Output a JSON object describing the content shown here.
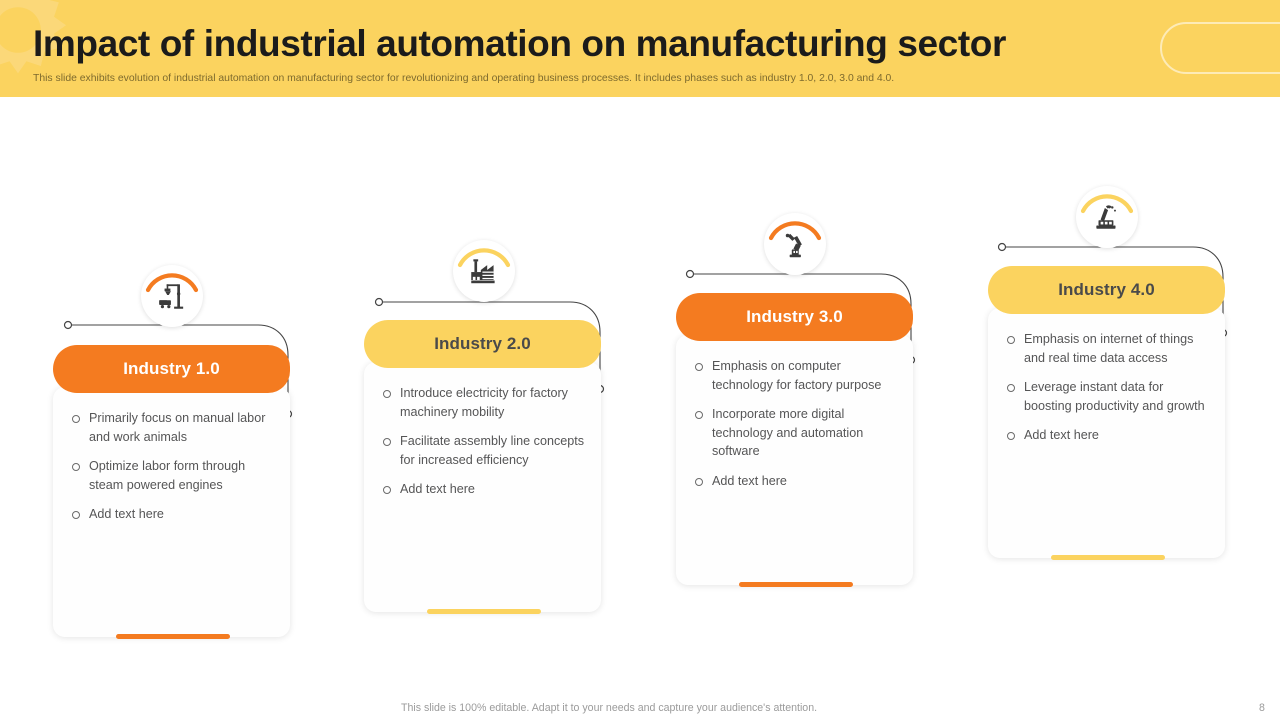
{
  "header": {
    "title": "Impact of industrial automation on manufacturing sector",
    "subtitle": "This slide exhibits evolution of industrial automation on manufacturing sector for revolutionizing and operating business processes. It includes phases such as industry 1.0, 2.0, 3.0 and 4.0.",
    "background_color": "#FBD35F",
    "gear_icon": "gear-icon",
    "pill_outline": "rounded-rectangle-outline"
  },
  "palette": {
    "orange": "#F47B20",
    "yellow": "#FBD35F",
    "text_dark": "#1b1b1b",
    "body_text": "#555556",
    "card_bg": "#fefefe"
  },
  "cards": [
    {
      "id": "industry-1",
      "title": "Industry 1.0",
      "color": "#F47B20",
      "theme": "orange",
      "icon": "crane-hoist-icon",
      "bullets": [
        "Primarily focus on manual labor and work animals",
        "Optimize labor form through steam powered engines",
        "Add text here"
      ]
    },
    {
      "id": "industry-2",
      "title": "Industry 2.0",
      "color": "#FBD35F",
      "theme": "yellow",
      "icon": "factory-icon",
      "bullets": [
        "Introduce electricity for factory machinery mobility",
        "Facilitate assembly line concepts for increased efficiency",
        "Add text here"
      ]
    },
    {
      "id": "industry-3",
      "title": "Industry 3.0",
      "color": "#F47B20",
      "theme": "orange",
      "icon": "robot-arm-icon",
      "bullets": [
        "Emphasis on computer technology for factory purpose",
        "Incorporate more digital technology and automation software",
        "Add text here"
      ]
    },
    {
      "id": "industry-4",
      "title": "Industry 4.0",
      "color": "#FBD35F",
      "theme": "yellow",
      "icon": "smart-factory-icon",
      "bullets": [
        "Emphasis on internet of things and real time data access",
        "Leverage instant data for boosting productivity and growth",
        "Add text here"
      ]
    }
  ],
  "footer": {
    "note": "This slide is 100% editable. Adapt it to your needs and capture your audience's attention.",
    "page_number": "8"
  }
}
